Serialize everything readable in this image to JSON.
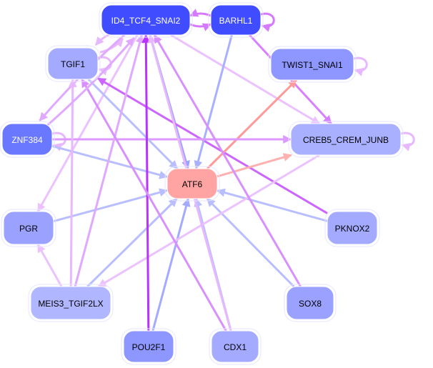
{
  "diagram": {
    "type": "directed-network",
    "nodes": [
      {
        "id": "ID4_TCF4_SNAI2",
        "label": "ID4_TCF4_SNAI2",
        "fill": "#3f4cff",
        "text_color": "#ffffff"
      },
      {
        "id": "BARHL1",
        "label": "BARHL1",
        "fill": "#3f4cff",
        "text_color": "#ffffff"
      },
      {
        "id": "TGIF1",
        "label": "TGIF1",
        "fill": "#a3aaff",
        "text_color": "#000000"
      },
      {
        "id": "TWIST1_SNAI1",
        "label": "TWIST1_SNAI1",
        "fill": "#8e96ff",
        "text_color": "#000000"
      },
      {
        "id": "ZNF384",
        "label": "ZNF384",
        "fill": "#6a77ff",
        "text_color": "#ffffff"
      },
      {
        "id": "CREB5_CREM_JUNB",
        "label": "CREB5_CREM_JUNB",
        "fill": "#a9b0ff",
        "text_color": "#000000"
      },
      {
        "id": "ATF6",
        "label": "ATF6",
        "fill": "#ffa3a3",
        "text_color": "#000000"
      },
      {
        "id": "PGR",
        "label": "PGR",
        "fill": "#9aa1ff",
        "text_color": "#000000"
      },
      {
        "id": "PKNOX2",
        "label": "PKNOX2",
        "fill": "#a3aaff",
        "text_color": "#000000"
      },
      {
        "id": "MEIS3_TGIF2LX",
        "label": "MEIS3_TGIF2LX",
        "fill": "#b0b6ff",
        "text_color": "#000000"
      },
      {
        "id": "SOX8",
        "label": "SOX8",
        "fill": "#9aa1ff",
        "text_color": "#000000"
      },
      {
        "id": "POU2F1",
        "label": "POU2F1",
        "fill": "#8e96ff",
        "text_color": "#000000"
      },
      {
        "id": "CDX1",
        "label": "CDX1",
        "fill": "#a3aaff",
        "text_color": "#000000"
      }
    ],
    "edges": [
      {
        "from": "BARHL1",
        "to": "ID4_TCF4_SNAI2",
        "color": "#d57aff"
      },
      {
        "from": "ID4_TCF4_SNAI2",
        "to": "BARHL1",
        "color": "#d57aff"
      },
      {
        "from": "BARHL1",
        "to": "BARHL1",
        "color": "#d57aff"
      },
      {
        "from": "TGIF1",
        "to": "TGIF1",
        "color": "#e8b8ff"
      },
      {
        "from": "TWIST1_SNAI1",
        "to": "TWIST1_SNAI1",
        "color": "#e8b8ff"
      },
      {
        "from": "ZNF384",
        "to": "ZNF384",
        "color": "#e8b8ff"
      },
      {
        "from": "CREB5_CREM_JUNB",
        "to": "CREB5_CREM_JUNB",
        "color": "#e8b8ff"
      },
      {
        "from": "TGIF1",
        "to": "ID4_TCF4_SNAI2",
        "color": "#e8b8ff"
      },
      {
        "from": "ID4_TCF4_SNAI2",
        "to": "TGIF1",
        "color": "#e8b8ff"
      },
      {
        "from": "ID4_TCF4_SNAI2",
        "to": "ZNF384",
        "color": "#e0a8ff"
      },
      {
        "from": "ID4_TCF4_SNAI2",
        "to": "ATF6",
        "color": "#9aa3ff"
      },
      {
        "from": "ID4_TCF4_SNAI2",
        "to": "CREB5_CREM_JUNB",
        "color": "#ebc2ff"
      },
      {
        "from": "ID4_TCF4_SNAI2",
        "to": "PGR",
        "color": "#ebc2ff"
      },
      {
        "from": "PKNOX2",
        "to": "TGIF1",
        "color": "#cc66ff"
      },
      {
        "from": "BARHL1",
        "to": "ATF6",
        "color": "#a9b0ff"
      },
      {
        "from": "BARHL1",
        "to": "CREB5_CREM_JUNB",
        "color": "#d880ff"
      },
      {
        "from": "ATF6",
        "to": "TWIST1_SNAI1",
        "color": "#ff9a9a"
      },
      {
        "from": "ATF6",
        "to": "CREB5_CREM_JUNB",
        "color": "#ffb0b0"
      },
      {
        "from": "ZNF384",
        "to": "CREB5_CREM_JUNB",
        "color": "#dd99ff"
      },
      {
        "from": "ZNF384",
        "to": "ATF6",
        "color": "#b8beff"
      },
      {
        "from": "TGIF1",
        "to": "ATF6",
        "color": "#b8beff"
      },
      {
        "from": "PGR",
        "to": "ATF6",
        "color": "#b8beff"
      },
      {
        "from": "PKNOX2",
        "to": "ATF6",
        "color": "#b8beff"
      },
      {
        "from": "MEIS3_TGIF2LX",
        "to": "ATF6",
        "color": "#b8beff"
      },
      {
        "from": "SOX8",
        "to": "ATF6",
        "color": "#b8beff"
      },
      {
        "from": "POU2F1",
        "to": "ATF6",
        "color": "#a3aaff"
      },
      {
        "from": "CDX1",
        "to": "ATF6",
        "color": "#b8beff"
      },
      {
        "from": "MEIS3_TGIF2LX",
        "to": "TGIF1",
        "color": "#e8b8ff"
      },
      {
        "from": "MEIS3_TGIF2LX",
        "to": "PGR",
        "color": "#ebc2ff"
      },
      {
        "from": "MEIS3_TGIF2LX",
        "to": "ID4_TCF4_SNAI2",
        "color": "#e0a8ff"
      },
      {
        "from": "CREB5_CREM_JUNB",
        "to": "MEIS3_TGIF2LX",
        "color": "#ebc2ff"
      },
      {
        "from": "POU2F1",
        "to": "ID4_TCF4_SNAI2",
        "color": "#b833ff"
      },
      {
        "from": "CDX1",
        "to": "ID4_TCF4_SNAI2",
        "color": "#e8b8ff"
      },
      {
        "from": "CDX1",
        "to": "TGIF1",
        "color": "#d990ff"
      },
      {
        "from": "SOX8",
        "to": "ID4_TCF4_SNAI2",
        "color": "#d990ff"
      },
      {
        "from": "ZNF384",
        "to": "ID4_TCF4_SNAI2",
        "color": "#e0a8ff"
      }
    ]
  }
}
